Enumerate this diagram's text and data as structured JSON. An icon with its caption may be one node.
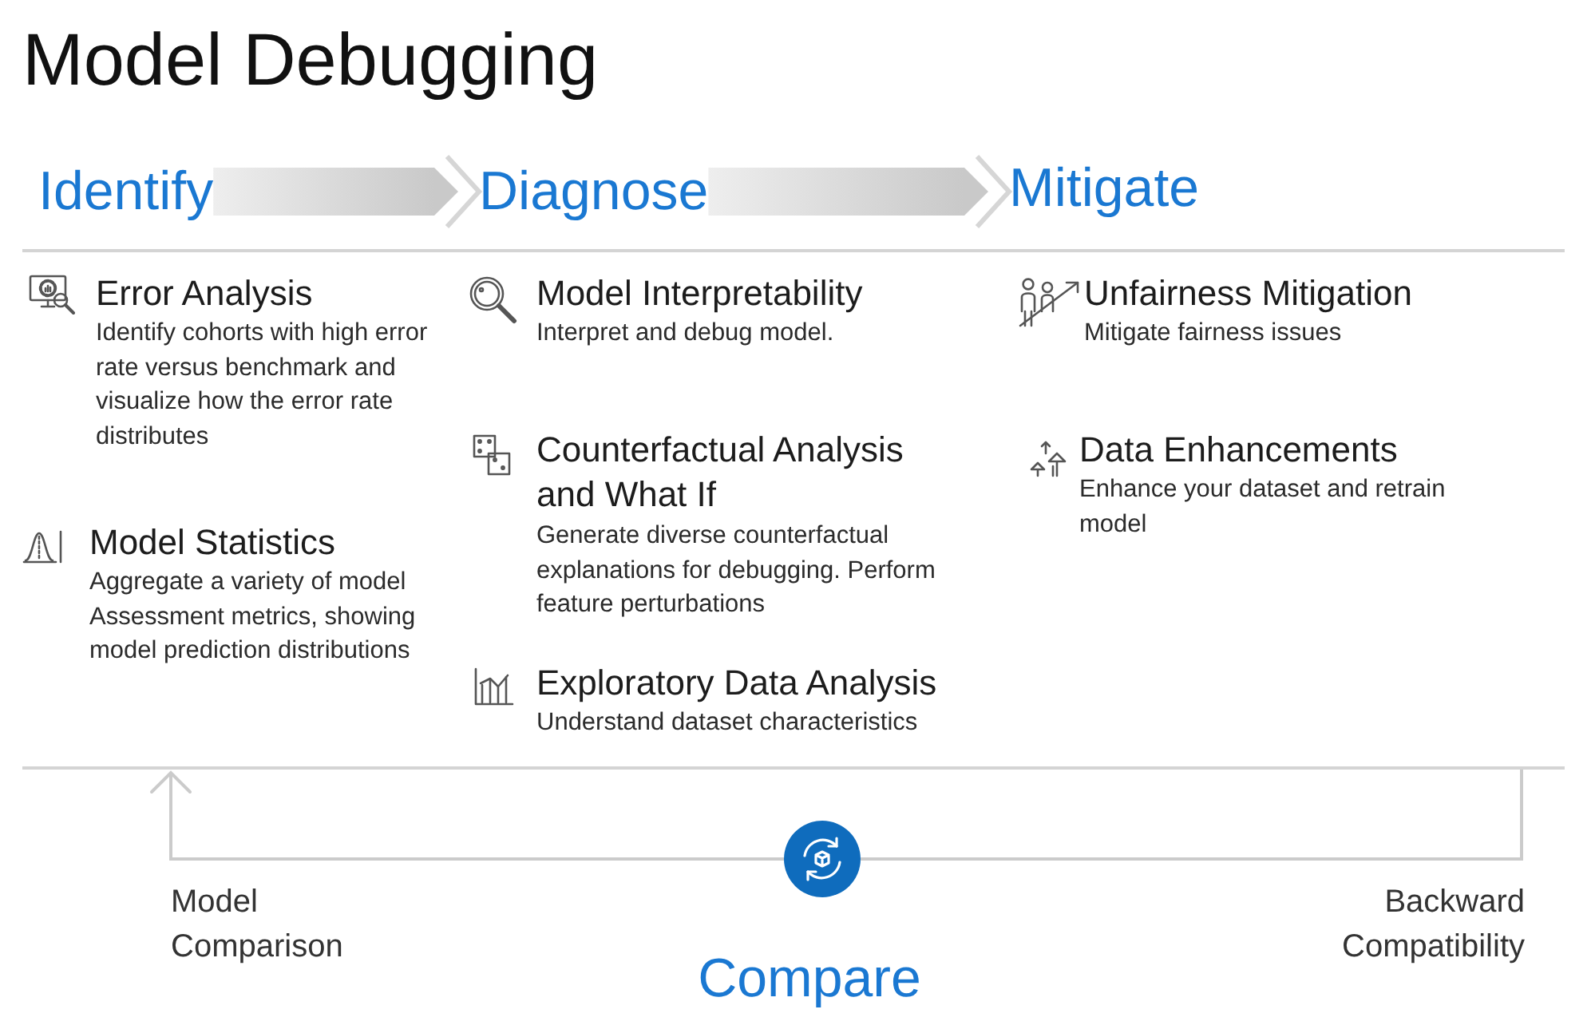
{
  "diagram": {
    "title": "Model Debugging",
    "nodes": [
      {
        "text": [
          "Identify"
        ]
      },
      {
        "text": [
          "Diagnose"
        ]
      },
      {
        "text": [
          "Mitigate"
        ]
      },
      {
        "text": [],
        "shape": "circle"
      }
    ],
    "edges": [
      {
        "from": 0,
        "to": 1,
        "arrow": "to"
      },
      {
        "from": 1,
        "to": 2,
        "arrow": "to"
      },
      {
        "from": 3,
        "to": null,
        "arrow": "to"
      },
      {
        "from": null,
        "to": 3,
        "arrow": "none"
      }
    ],
    "labels": [
      "Error Analysis",
      "Identify cohorts with high error rate versus benchmark and visualize how the error rate distributes",
      "Model Statistics",
      "Aggregate a variety of model Assessment metrics, showing model prediction distributions",
      "Model Interpretability",
      "Interpret and debug model.",
      "Counterfactual Analysis and What If",
      "Generate diverse counterfactual explanations for debugging. Perform feature perturbations",
      "Exploratory Data Analysis",
      "Understand dataset characteristics",
      "Unfairness Mitigation",
      "Mitigate fairness issues",
      "Data Enhancements",
      "Enhance your dataset and retrain model",
      "Model Comparison",
      "Backward Compatibility",
      "Compare"
    ]
  }
}
